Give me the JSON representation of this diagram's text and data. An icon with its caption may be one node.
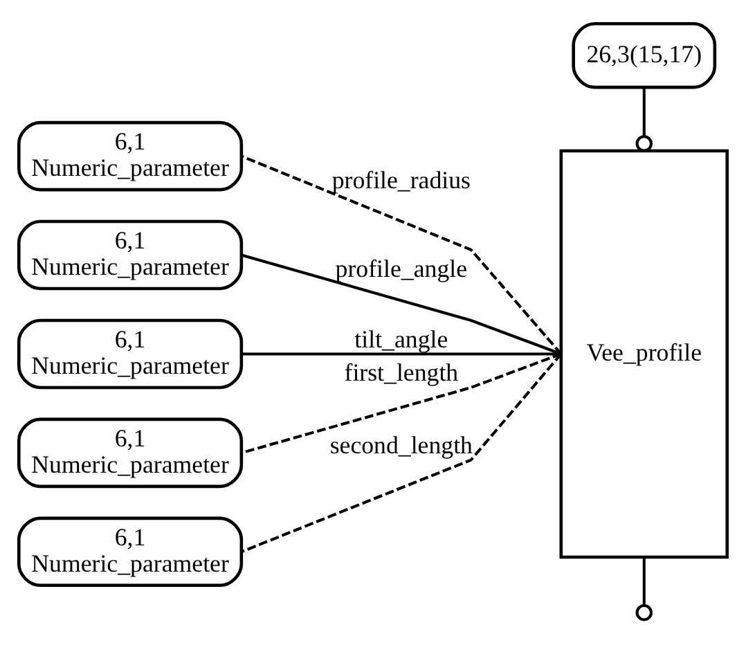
{
  "diagram": {
    "nodes": [
      {
        "text": [
          "26,3(15,17)"
        ]
      },
      {
        "text": [
          "Vee_profile"
        ]
      },
      {
        "text": [
          "6,1",
          "Numeric_parameter"
        ]
      },
      {
        "text": [
          "6,1",
          "Numeric_parameter"
        ]
      },
      {
        "text": [
          "6,1",
          "Numeric_parameter"
        ]
      },
      {
        "text": [
          "6,1",
          "Numeric_parameter"
        ]
      },
      {
        "text": [
          "6,1",
          "Numeric_parameter"
        ]
      }
    ],
    "edges": [
      {
        "from": 0,
        "to": 1,
        "arrow": "other"
      },
      {
        "from": 1,
        "to": 2,
        "arrow": "none",
        "label": "profile_radius",
        "style": "dashed"
      },
      {
        "from": 1,
        "to": 3,
        "arrow": "none",
        "label": "profile_angle"
      },
      {
        "from": 1,
        "to": 4,
        "arrow": "none",
        "label": "tilt_angle"
      },
      {
        "from": 1,
        "to": 5,
        "arrow": "none",
        "label": "first_length",
        "style": "dashed"
      },
      {
        "from": 1,
        "to": 6,
        "arrow": "none",
        "label": "second_length",
        "style": "dashed"
      },
      {
        "from": 1,
        "to": null,
        "arrow": "other"
      }
    ]
  }
}
